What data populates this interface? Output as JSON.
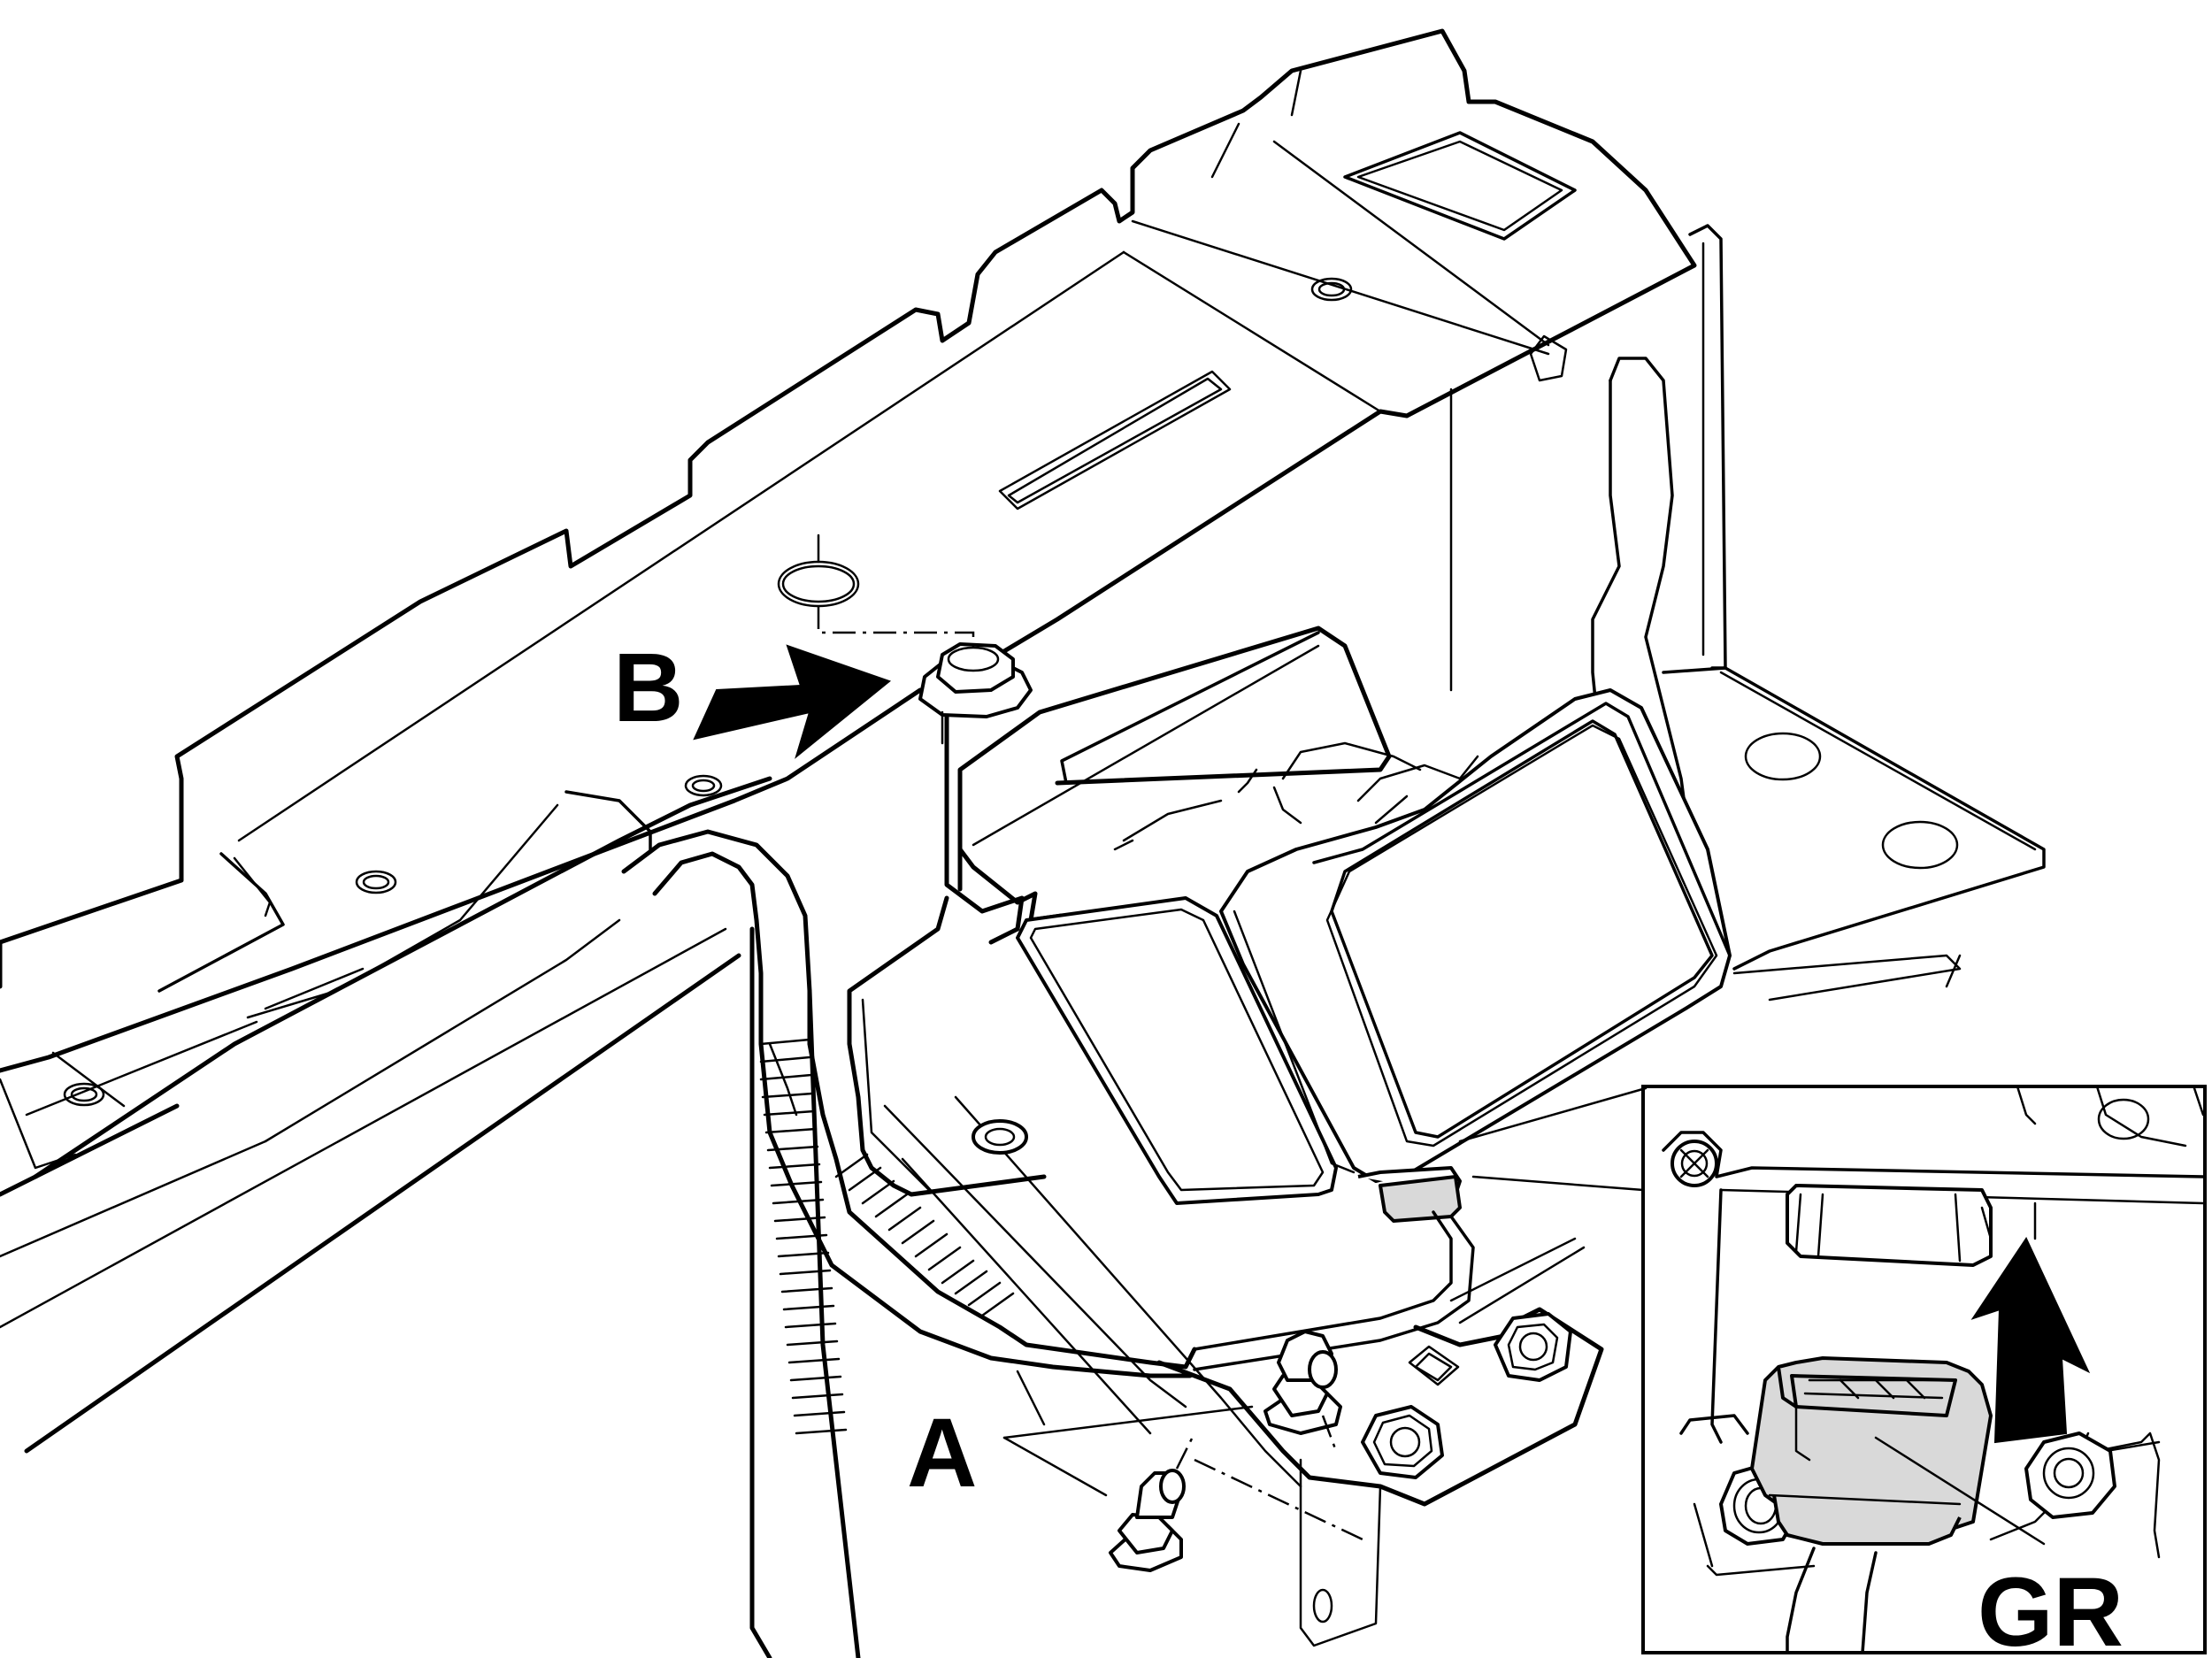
{
  "callouts": {
    "a": "A",
    "b": "B",
    "gr": "GR"
  },
  "colors": {
    "line": "#000000",
    "background": "#ffffff",
    "connector_fill": "#d9d9d9"
  },
  "icons": {
    "arrow_b": "arrow-right-icon",
    "arrow_gr": "arrow-up-icon"
  }
}
